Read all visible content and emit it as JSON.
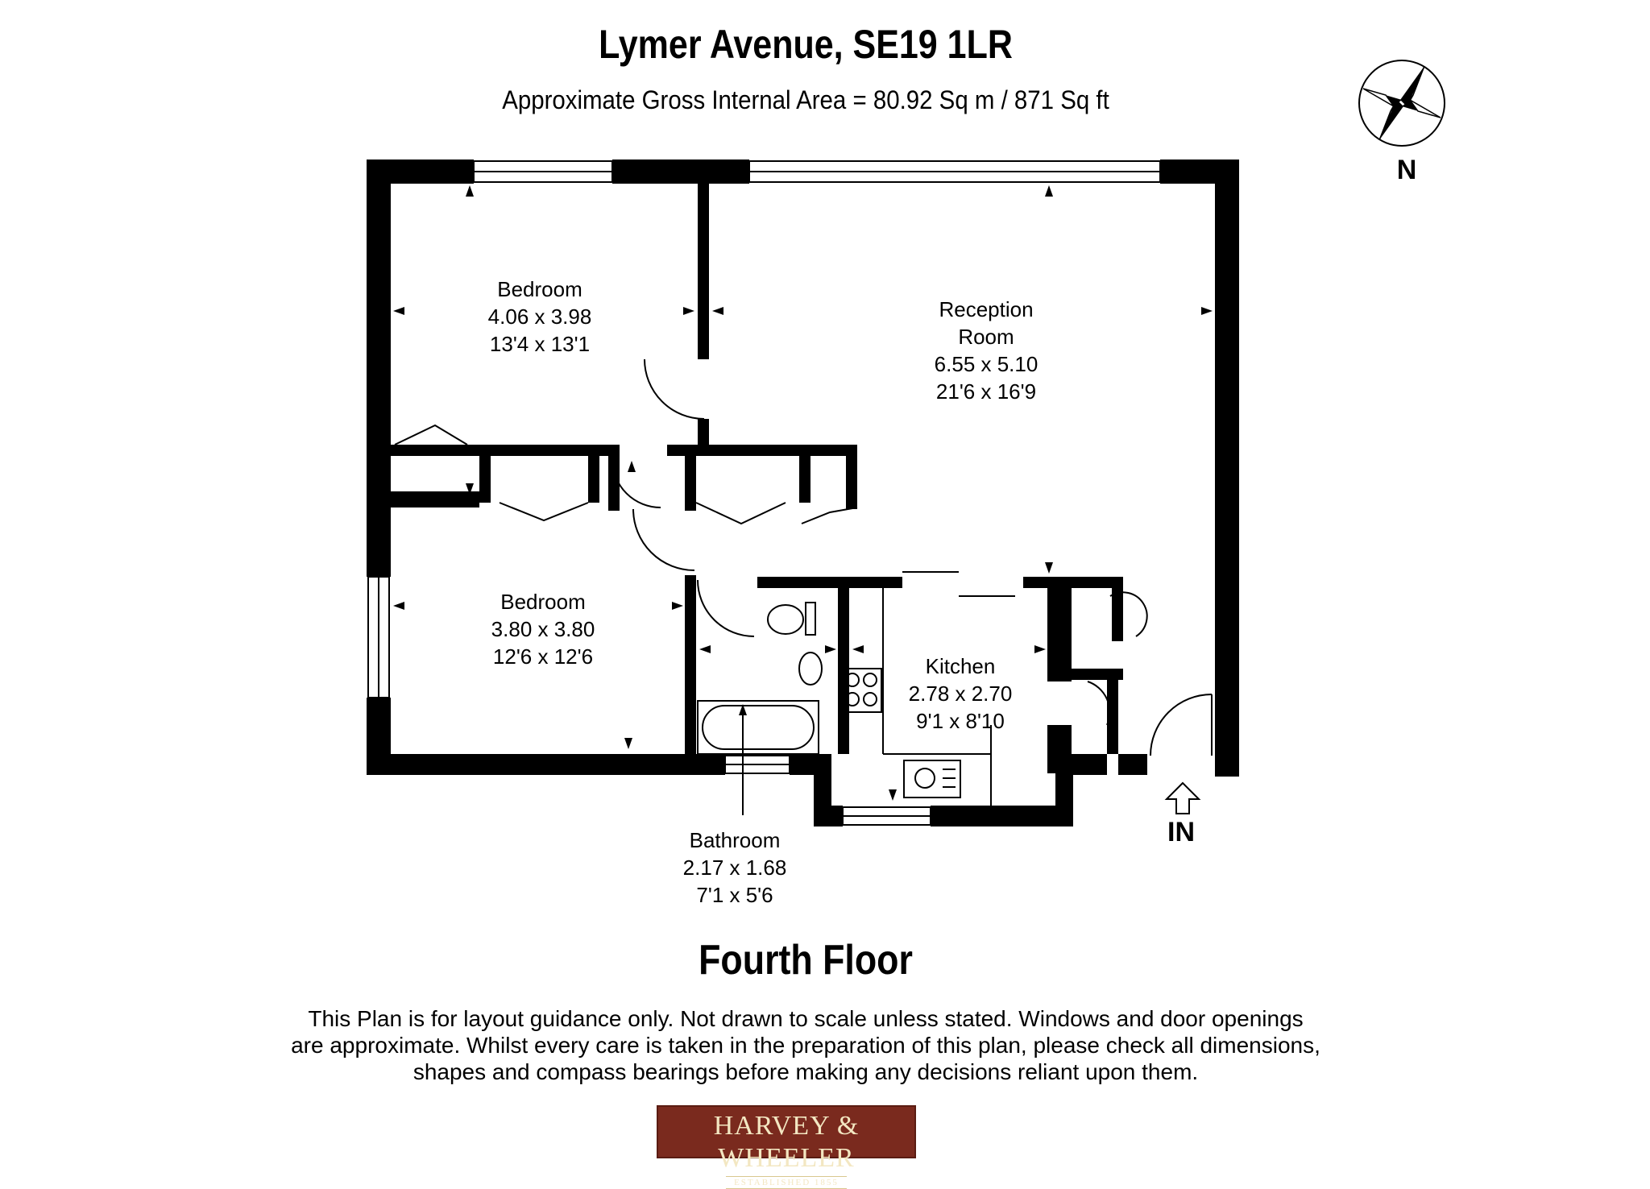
{
  "header": {
    "title": "Lymer Avenue, SE19 1LR",
    "area": "Approximate Gross Internal Area = 80.92 Sq m / 871 Sq ft"
  },
  "compass": {
    "north_label": "N"
  },
  "rooms": {
    "bedroom1": {
      "name": "Bedroom",
      "metric": "4.06 x 3.98",
      "imperial": "13'4 x 13'1"
    },
    "bedroom2": {
      "name": "Bedroom",
      "metric": "3.80 x 3.80",
      "imperial": "12'6 x 12'6"
    },
    "reception": {
      "name1": "Reception",
      "name2": "Room",
      "metric": "6.55 x 5.10",
      "imperial": "21'6 x 16'9"
    },
    "kitchen": {
      "name": "Kitchen",
      "metric": "2.78 x 2.70",
      "imperial": "9'1 x 8'10"
    },
    "bathroom": {
      "name": "Bathroom",
      "metric": "2.17 x 1.68",
      "imperial": "7'1 x 5'6"
    }
  },
  "entrance_label": "IN",
  "floor": "Fourth Floor",
  "disclaimer": {
    "line1": "This Plan is for layout guidance only. Not drawn to scale unless stated. Windows and door openings",
    "line2": "are approximate. Whilst every care is taken in the preparation of this plan, please check all dimensions,",
    "line3": "shapes and compass bearings before making any decisions reliant upon them."
  },
  "logo": {
    "name": "HARVEY & WHEELER",
    "tagline": "ESTABLISHED 1855"
  },
  "colors": {
    "wall": "#000000",
    "logo_bg": "#7a2a1e",
    "logo_text": "#f3e7c2"
  }
}
